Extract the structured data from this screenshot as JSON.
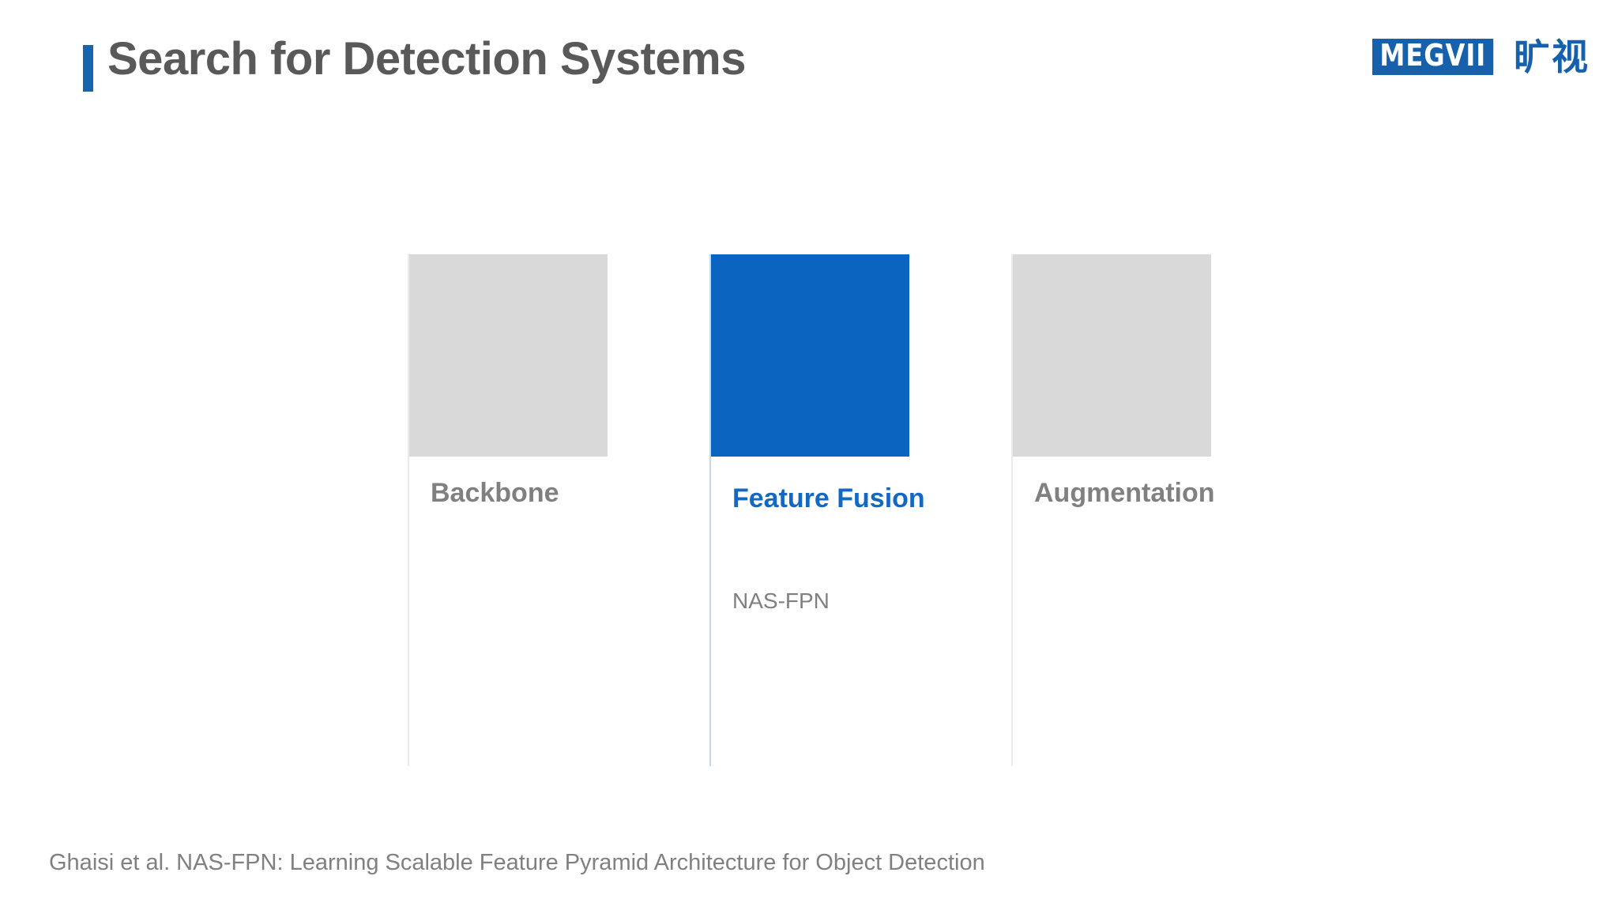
{
  "slide": {
    "title": "Search for Detection Systems",
    "accent_color": "#1766ad",
    "title_color": "#595959",
    "background": "#ffffff"
  },
  "logo": {
    "wordmark": "MEGVII",
    "chinese_name": "旷视",
    "color": "#1761ac"
  },
  "columns": [
    {
      "label": "Backbone",
      "sub": "",
      "box_color": "#d9d9d9",
      "label_color": "#808080",
      "highlighted": false
    },
    {
      "label": "Feature Fusion",
      "sub": "NAS-FPN",
      "box_color": "#0b64c0",
      "label_color": "#1268c3",
      "highlighted": true
    },
    {
      "label": "Augmentation",
      "sub": "",
      "box_color": "#d9d9d9",
      "label_color": "#808080",
      "highlighted": false
    }
  ],
  "footer": {
    "citation": "Ghaisi et al. NAS-FPN: Learning Scalable Feature Pyramid Architecture for Object Detection"
  }
}
